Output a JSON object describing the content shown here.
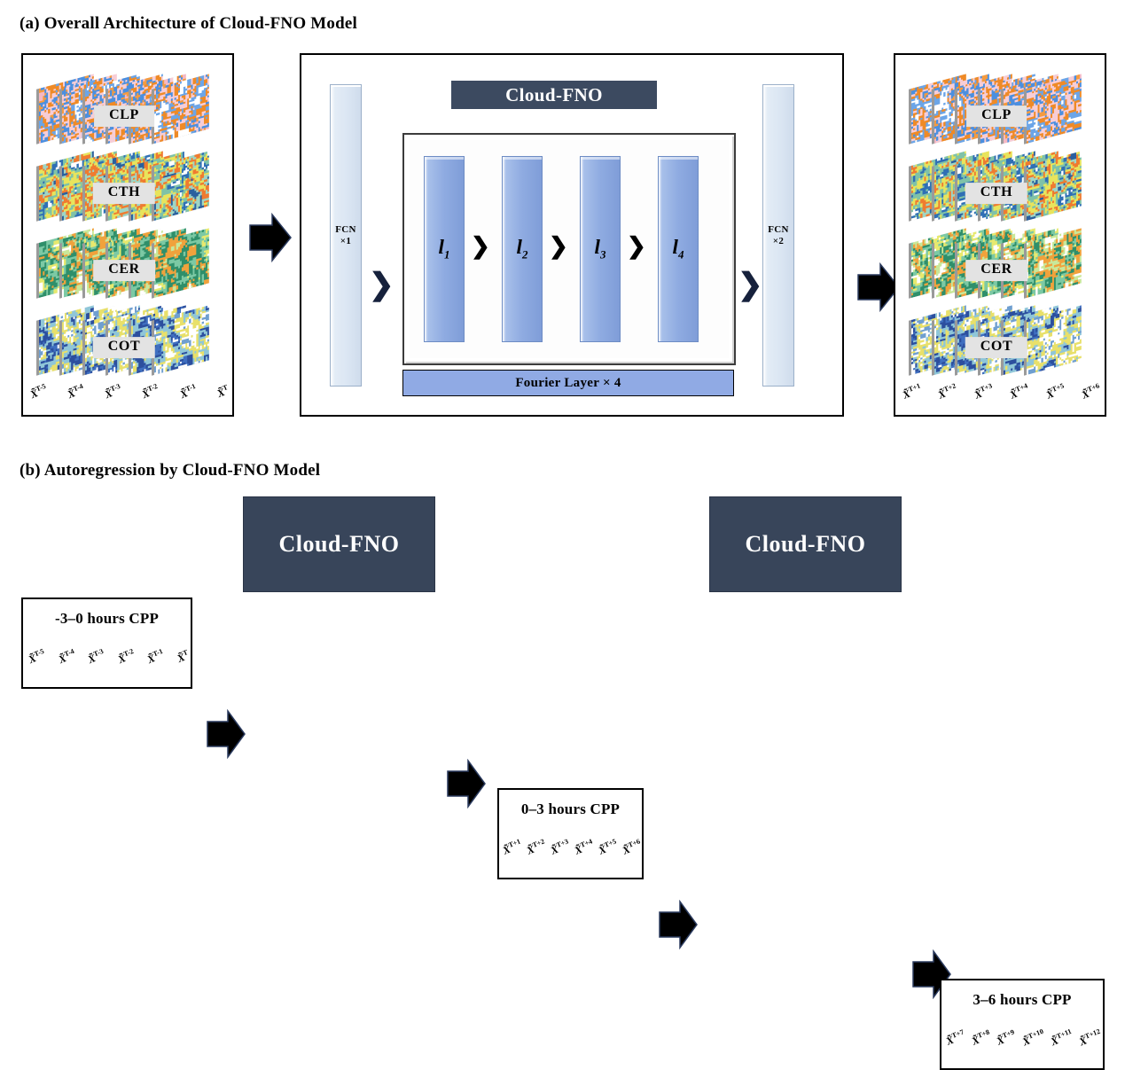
{
  "figure": {
    "panel_a_caption": "(a) Overall Architecture of Cloud-FNO Model",
    "panel_b_caption": "(b) Autoregression by Cloud-FNO Model"
  },
  "colors": {
    "dark_slate": "#3c4a60",
    "dark_box": "#38455a",
    "periwinkle": "#90aae4",
    "fcn_fill": "#dbe6f3",
    "label_gray": "#e3e3e3",
    "arrow_black": "#000000"
  },
  "input_panel": {
    "stacks": [
      {
        "label": "CLP",
        "palette": "clp"
      },
      {
        "label": "CTH",
        "palette": "cth"
      },
      {
        "label": "CER",
        "palette": "cer"
      },
      {
        "label": "COT",
        "palette": "cot"
      }
    ],
    "timesteps": [
      {
        "base": "X",
        "sup": "T-5"
      },
      {
        "base": "X",
        "sup": "T-4"
      },
      {
        "base": "X",
        "sup": "T-3"
      },
      {
        "base": "X",
        "sup": "T-2"
      },
      {
        "base": "X",
        "sup": "T-1"
      },
      {
        "base": "X",
        "sup": "T"
      }
    ]
  },
  "model_panel": {
    "header": "Cloud-FNO",
    "encoder": {
      "line1": "FCN",
      "line2": "×1"
    },
    "decoder": {
      "line1": "FCN",
      "line2": "×2"
    },
    "layers": [
      {
        "base": "l",
        "sub": "1"
      },
      {
        "base": "l",
        "sub": "2"
      },
      {
        "base": "l",
        "sub": "3"
      },
      {
        "base": "l",
        "sub": "4"
      }
    ],
    "fourier_bar": "Fourier Layer × 4",
    "chevron": "❯"
  },
  "output_panel": {
    "stacks": [
      {
        "label": "CLP",
        "palette": "clp"
      },
      {
        "label": "CTH",
        "palette": "cth"
      },
      {
        "label": "CER",
        "palette": "cer"
      },
      {
        "label": "COT",
        "palette": "cot"
      }
    ],
    "timesteps": [
      {
        "base": "X",
        "sup": "T+1"
      },
      {
        "base": "X",
        "sup": "T+2"
      },
      {
        "base": "X",
        "sup": "T+3"
      },
      {
        "base": "X",
        "sup": "T+4"
      },
      {
        "base": "X",
        "sup": "T+5"
      },
      {
        "base": "X",
        "sup": "T+6"
      }
    ]
  },
  "autoregression": {
    "model_label": "Cloud-FNO",
    "steps": [
      {
        "title": "-3–0 hours CPP",
        "timesteps": [
          {
            "base": "X",
            "sup": "T-5"
          },
          {
            "base": "X",
            "sup": "T-4"
          },
          {
            "base": "X",
            "sup": "T-3"
          },
          {
            "base": "X",
            "sup": "T-2"
          },
          {
            "base": "X",
            "sup": "T-1"
          },
          {
            "base": "X",
            "sup": "T"
          }
        ]
      },
      {
        "title": "0–3 hours CPP",
        "timesteps": [
          {
            "base": "X",
            "sup": "T+1"
          },
          {
            "base": "X",
            "sup": "T+2"
          },
          {
            "base": "X",
            "sup": "T+3"
          },
          {
            "base": "X",
            "sup": "T+4"
          },
          {
            "base": "X",
            "sup": "T+5"
          },
          {
            "base": "X",
            "sup": "T+6"
          }
        ]
      },
      {
        "title": "3–6 hours CPP",
        "timesteps": [
          {
            "base": "X",
            "sup": "T+7"
          },
          {
            "base": "X",
            "sup": "T+8"
          },
          {
            "base": "X",
            "sup": "T+9"
          },
          {
            "base": "X",
            "sup": "T+10"
          },
          {
            "base": "X",
            "sup": "T+11"
          },
          {
            "base": "X",
            "sup": "T+12"
          }
        ]
      }
    ]
  }
}
